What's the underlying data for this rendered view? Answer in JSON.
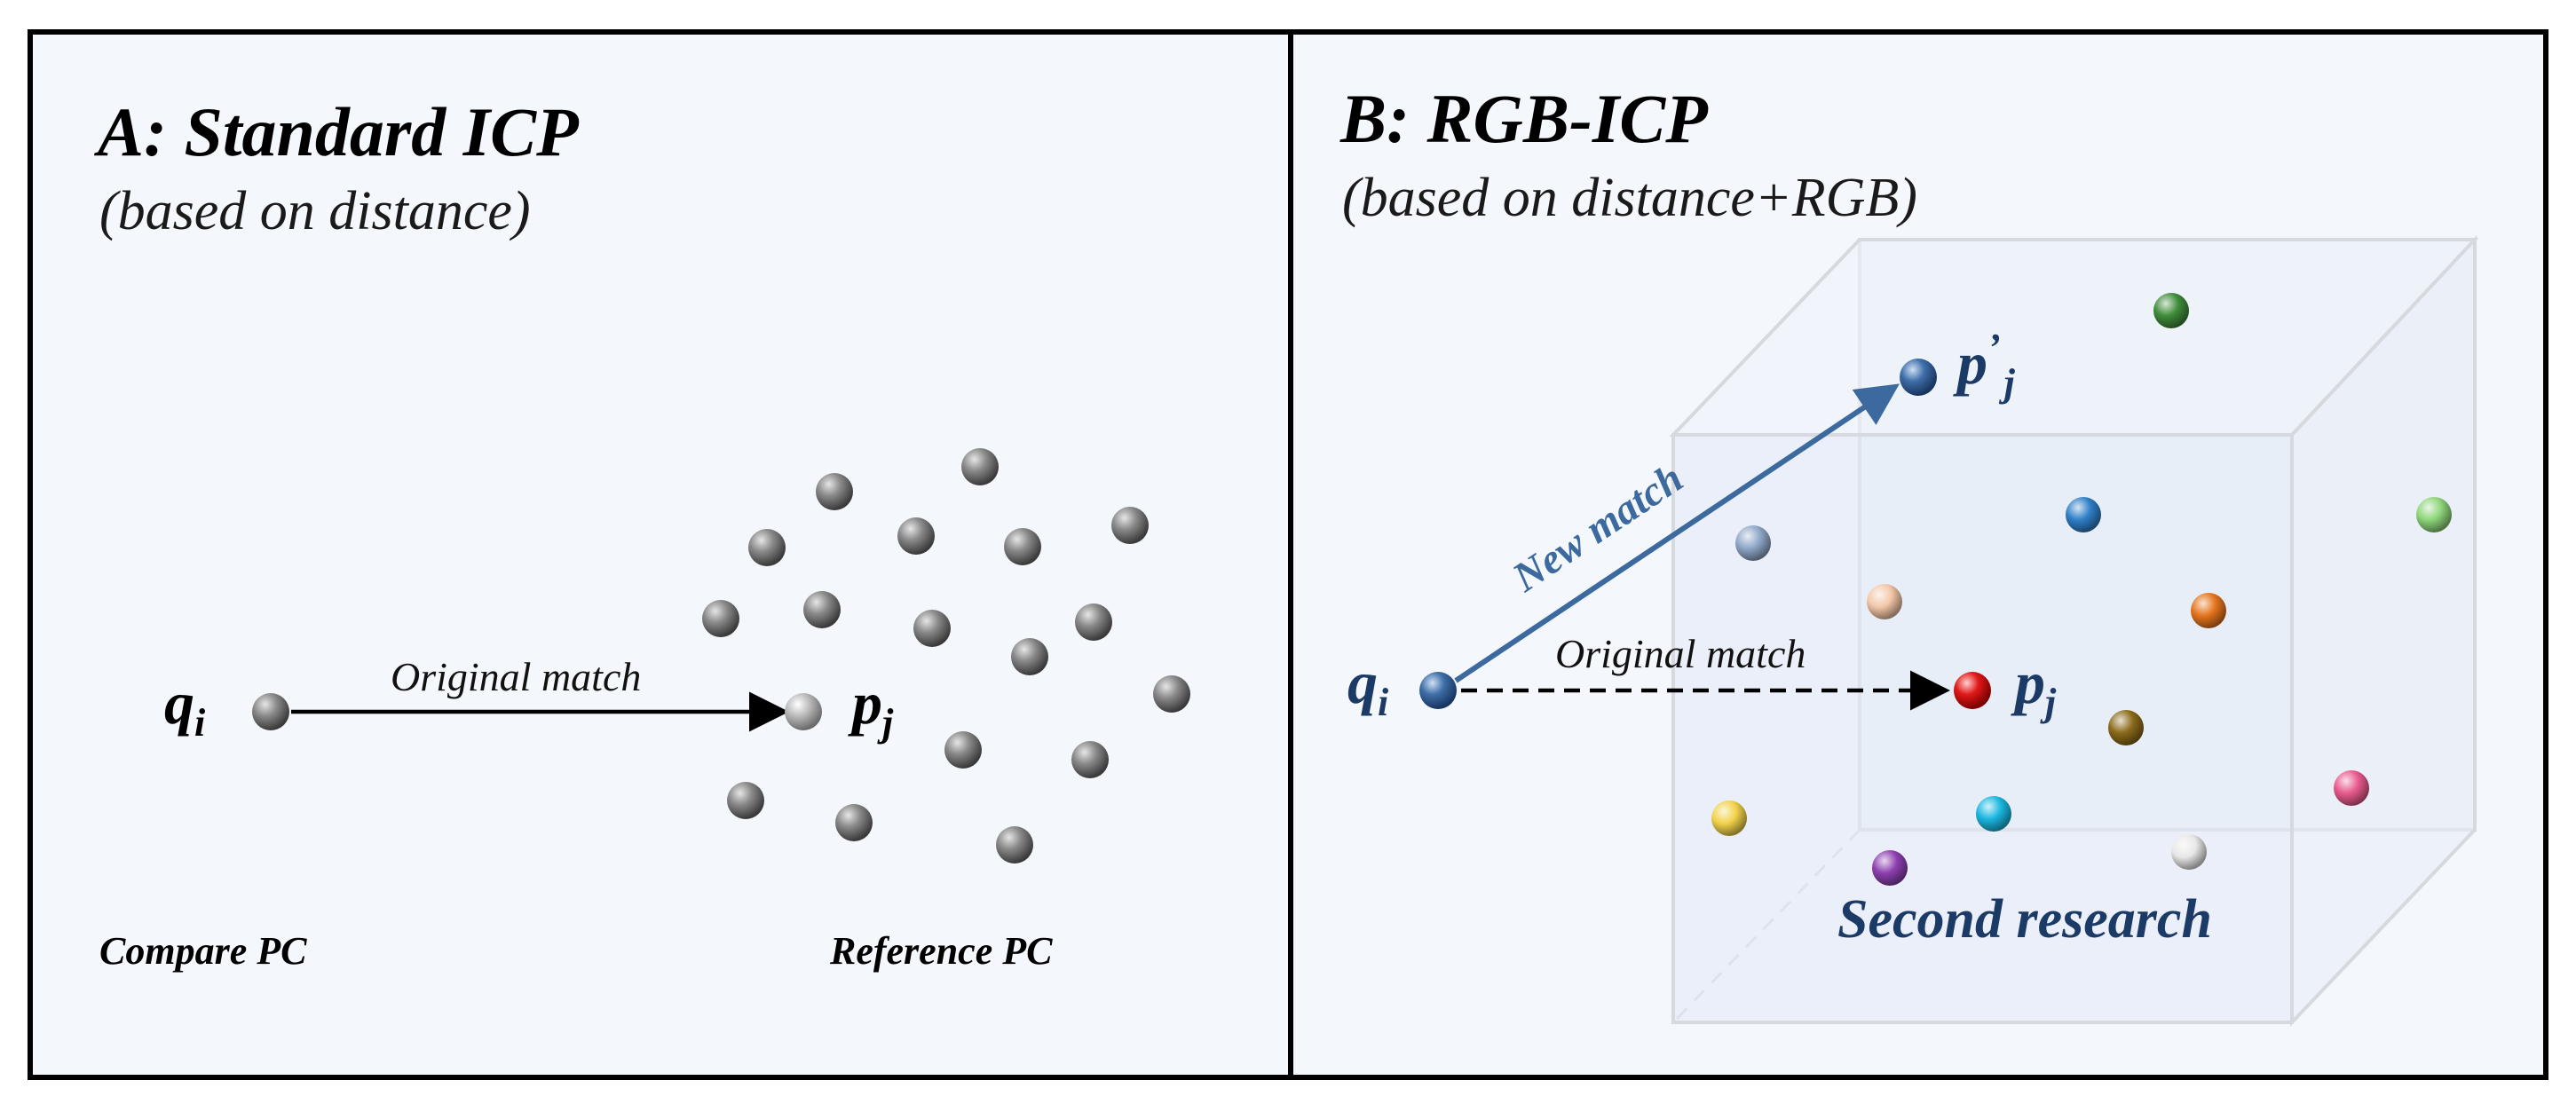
{
  "panel_a": {
    "title": "A: Standard ICP",
    "subtitle": "(based on distance)",
    "match_label": "Original match",
    "compare_label": "Compare PC",
    "reference_label": "Reference PC",
    "q_symbol": "q",
    "q_sub": "i",
    "p_symbol": "p",
    "p_sub": "j"
  },
  "panel_b": {
    "title": "B: RGB-ICP",
    "subtitle": "(based on distance+RGB)",
    "new_match_label": "New match",
    "match_label": "Original match",
    "second_search_label": "Second research",
    "q_symbol": "q",
    "q_sub": "i",
    "p_symbol": "p",
    "p_sub": "j",
    "p_prime_symbol": "p",
    "p_prime_mark": "’",
    "p_prime_sub": "j"
  },
  "colors": {
    "panel_bg": "#f4f7fc",
    "border": "#000000",
    "gray_sphere": "#6b6b6b",
    "blue_arrow": "#3d6a9e",
    "dark_blue_text": "#1b3a66",
    "red_sphere": "#e01818"
  },
  "sphere_colors_b": [
    "#8fa8c8",
    "#f3c7a8",
    "#2f7fc8",
    "#e5741c",
    "#8a6a1a",
    "#f2d24a",
    "#1ab7e0",
    "#8d3fb0",
    "#e8e8e8",
    "#e85a8c",
    "#3e8c3a",
    "#8dd67a"
  ]
}
